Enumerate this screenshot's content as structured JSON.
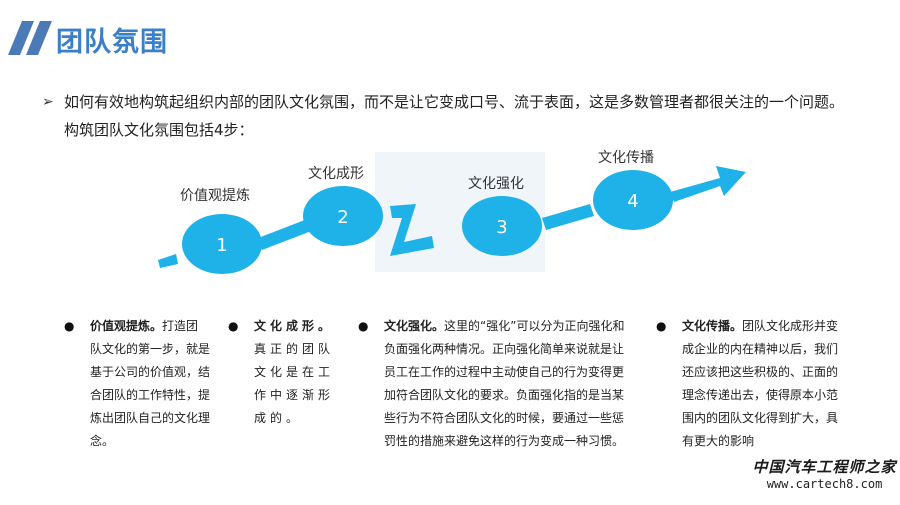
{
  "header": {
    "title": "团队氛围"
  },
  "intro": {
    "bullet": "➢",
    "text": "如何有效地构筑起组织内部的团队文化氛围，而不是让它变成口号、流于表面，这是多数管理者都很关注的一个问题。构筑团队文化氛围包括4步："
  },
  "diagram": {
    "steps": [
      {
        "number": "1",
        "label": "价值观提炼"
      },
      {
        "number": "2",
        "label": "文化成形"
      },
      {
        "number": "3",
        "label": "文化强化"
      },
      {
        "number": "4",
        "label": "文化传播"
      }
    ],
    "accent_color": "#1fb2e8"
  },
  "columns": [
    {
      "bullet": "●",
      "heading": "价值观提炼。",
      "body": "打造团队文化的第一步，就是基于公司的价值观，结合团队的工作特性，提炼出团队自己的文化理念。"
    },
    {
      "bullet": "●",
      "heading": "文化成形。",
      "body": "真正的团队文化是在工作中逐渐形成的。"
    },
    {
      "bullet": "●",
      "heading": "文化强化。",
      "body": "这里的“强化”可以分为正向强化和负面强化两种情况。正向强化简单来说就是让员工在工作的过程中主动使自己的行为变得更加符合团队文化的要求。负面强化指的是当某些行为不符合团队文化的时候，要通过一些惩罚性的措施来避免这样的行为变成一种习惯。"
    },
    {
      "bullet": "●",
      "heading": "文化传播。",
      "body": "团队文化成形并变成企业的内在精神以后，我们还应该把这些积极的、正面的理念传递出去，使得原本小范围内的团队文化得到扩大，具有更大的影响"
    }
  ],
  "watermark": {
    "line1": "中国汽车工程师之家",
    "line2": "www.cartech8.com"
  },
  "colors": {
    "title": "#3a7fc9",
    "slashes": "#4a7bb7"
  }
}
